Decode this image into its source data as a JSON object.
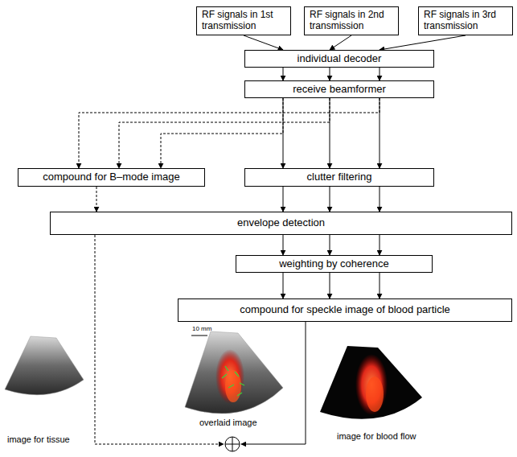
{
  "diagram": {
    "nodes": [
      {
        "text": [
          "RF signals in 1st transmission"
        ]
      },
      {
        "text": [
          "RF signals in 2nd transmission"
        ]
      },
      {
        "text": [
          "RF signals in 3rd transmission"
        ]
      },
      {
        "text": [
          "individual decoder"
        ]
      },
      {
        "text": [
          "receive beamformer"
        ]
      },
      {
        "text": [
          "compound for B–mode image"
        ]
      },
      {
        "text": [
          "clutter filtering"
        ]
      },
      {
        "text": [
          "envelope detection"
        ]
      },
      {
        "text": [
          "weighting by coherence"
        ]
      },
      {
        "text": [
          "compound for speckle image of blood particle"
        ]
      }
    ],
    "edges": [
      {
        "from": 0,
        "to": 3,
        "arrow": "to"
      },
      {
        "from": 1,
        "to": 3,
        "arrow": "to"
      },
      {
        "from": 2,
        "to": 3,
        "arrow": "to"
      },
      {
        "from": 3,
        "to": 4,
        "arrow": "to"
      },
      {
        "from": 3,
        "to": 4,
        "arrow": "to"
      },
      {
        "from": 3,
        "to": 4,
        "arrow": "to"
      },
      {
        "from": 4,
        "to": 5,
        "arrow": "to"
      },
      {
        "from": 4,
        "to": 5,
        "arrow": "to"
      },
      {
        "from": 4,
        "to": 5,
        "arrow": "to"
      },
      {
        "from": 4,
        "to": 6,
        "arrow": "to"
      },
      {
        "from": 4,
        "to": 6,
        "arrow": "to"
      },
      {
        "from": 4,
        "to": 6,
        "arrow": "to"
      },
      {
        "from": 5,
        "to": 7,
        "arrow": "to"
      },
      {
        "from": 6,
        "to": 7,
        "arrow": "to"
      },
      {
        "from": 6,
        "to": 7,
        "arrow": "to"
      },
      {
        "from": 6,
        "to": 7,
        "arrow": "to"
      },
      {
        "from": 7,
        "to": 8,
        "arrow": "to"
      },
      {
        "from": 7,
        "to": 8,
        "arrow": "to"
      },
      {
        "from": 7,
        "to": 8,
        "arrow": "to"
      },
      {
        "from": 8,
        "to": 9,
        "arrow": "to"
      },
      {
        "from": 8,
        "to": 9,
        "arrow": "to"
      },
      {
        "from": 8,
        "to": 9,
        "arrow": "to"
      }
    ],
    "labels": [
      "image for tissue",
      "10 mm",
      "overlaid image",
      "image for blood flow"
    ]
  }
}
